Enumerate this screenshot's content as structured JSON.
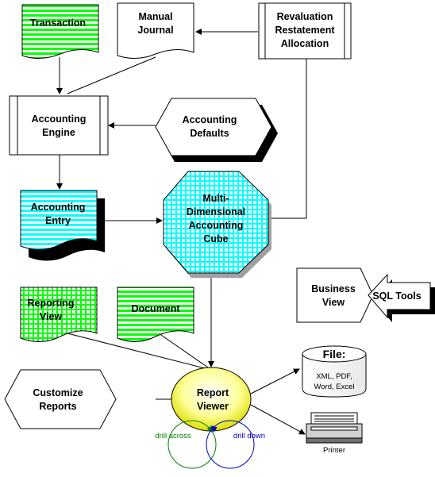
{
  "nodes": {
    "transaction": "Transaction",
    "manual_journal": [
      "Manual",
      "Journal"
    ],
    "revaluation": [
      "Revaluation",
      "Restatement",
      "Allocation"
    ],
    "accounting_engine": [
      "Accounting",
      "Engine"
    ],
    "accounting_defaults": [
      "Accounting",
      "Defaults"
    ],
    "accounting_entry": [
      "Accounting",
      "Entry"
    ],
    "cube": [
      "Multi-",
      "Dimensional",
      "Accounting",
      "Cube"
    ],
    "business_view": [
      "Business",
      "View"
    ],
    "sql_tools": "SQL Tools",
    "reporting_view": [
      "Reporting",
      "View"
    ],
    "document": "Document",
    "file": {
      "title": "File:",
      "lines": [
        "XML, PDF,",
        "Word, Excel"
      ]
    },
    "customize_reports": [
      "Customize",
      "Reports"
    ],
    "report_viewer": [
      "Report",
      "Viewer"
    ],
    "printer": "Printer",
    "drill_across": "drill across",
    "drill_down": "drill down"
  },
  "colors": {
    "green": "#00ff00",
    "cyan": "#00ffff",
    "yellow": "#ffff66",
    "shadow": "#000000",
    "drill_across": "#008000",
    "drill_down": "#0000cc"
  }
}
